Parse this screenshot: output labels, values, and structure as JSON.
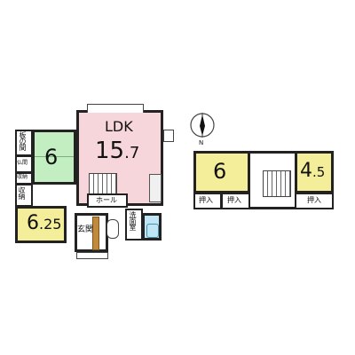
{
  "floor1": {
    "ldk": {
      "name": "LDK",
      "size_main": "15",
      "size_frac": ".7"
    },
    "washitsu": {
      "size": "6"
    },
    "western1": {
      "size_main": "6",
      "size_frac": ".25"
    },
    "itanoma": "板の間",
    "butsuma": "仏間",
    "storage_small": "収納",
    "storage": "収納",
    "hall": "ホール",
    "entrance": "玄関",
    "washroom": "洗面室"
  },
  "floor2": {
    "room_a": {
      "size": "6"
    },
    "room_b": {
      "size_main": "4",
      "size_frac": ".5"
    },
    "closet_1": "押入",
    "closet_2": "押入",
    "closet_3": "押入"
  },
  "compass": {
    "label": "N"
  },
  "colors": {
    "ldk": "#f6d6da",
    "washitsu": "#c2eec2",
    "western": "#f4ee9a",
    "upper": "#f4ee9a",
    "bath": "#bfe6f6",
    "wall": "#222222",
    "floorboard": "#c08a3a"
  }
}
